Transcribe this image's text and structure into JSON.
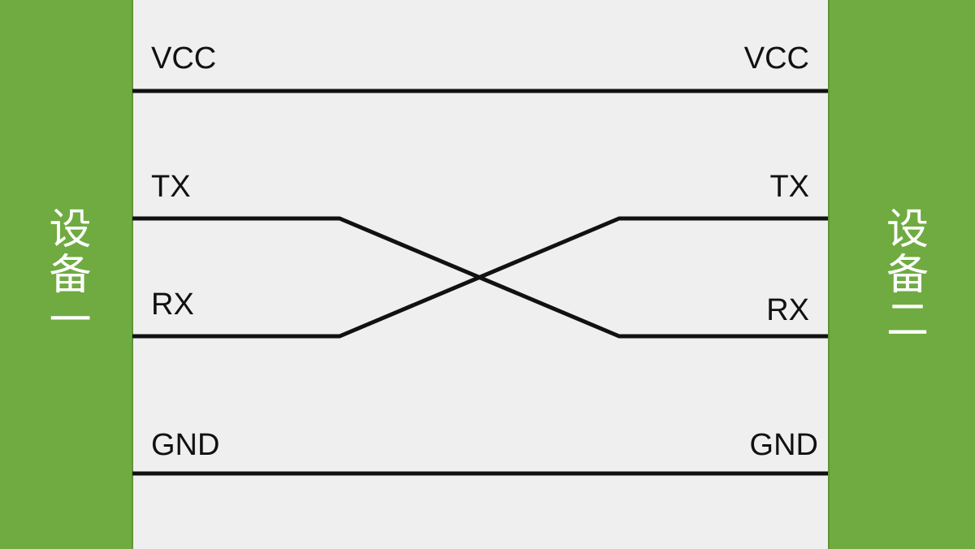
{
  "devices": {
    "left": "设备一",
    "right": "设备二"
  },
  "pins": {
    "left": [
      "VCC",
      "TX",
      "RX",
      "GND"
    ],
    "right": [
      "VCC",
      "TX",
      "RX",
      "GND"
    ]
  },
  "colors": {
    "device_fill": "#6fab41",
    "background": "#efefef",
    "wire": "#111111",
    "label_text": "#111111",
    "device_text": "#ffffff"
  }
}
